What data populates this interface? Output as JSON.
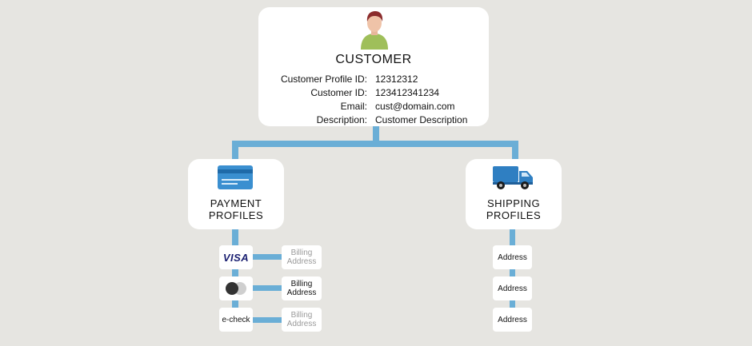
{
  "customer": {
    "title": "CUSTOMER",
    "fields": [
      {
        "label": "Customer Profile ID:",
        "value": "12312312"
      },
      {
        "label": "Customer ID:",
        "value": "123412341234"
      },
      {
        "label": "Email:",
        "value": "cust@domain.com"
      },
      {
        "label": "Description:",
        "value": "Customer Description"
      }
    ]
  },
  "payment": {
    "title_line1": "PAYMENT",
    "title_line2": "PROFILES",
    "methods": [
      {
        "label": "VISA",
        "billing_line1": "Billing",
        "billing_line2": "Address",
        "billing_active": false
      },
      {
        "label": "",
        "billing_line1": "Billing",
        "billing_line2": "Address",
        "billing_active": true
      },
      {
        "label": "e-check",
        "billing_line1": "Billing",
        "billing_line2": "Address",
        "billing_active": false
      }
    ]
  },
  "shipping": {
    "title_line1": "SHIPPING",
    "title_line2": "PROFILES",
    "addresses": [
      "Address",
      "Address",
      "Address"
    ]
  },
  "colors": {
    "connector": "#6aaed6",
    "background": "#e6e5e1",
    "card_icon_blue": "#3a8fd0",
    "truck_blue": "#2f7fc2"
  }
}
